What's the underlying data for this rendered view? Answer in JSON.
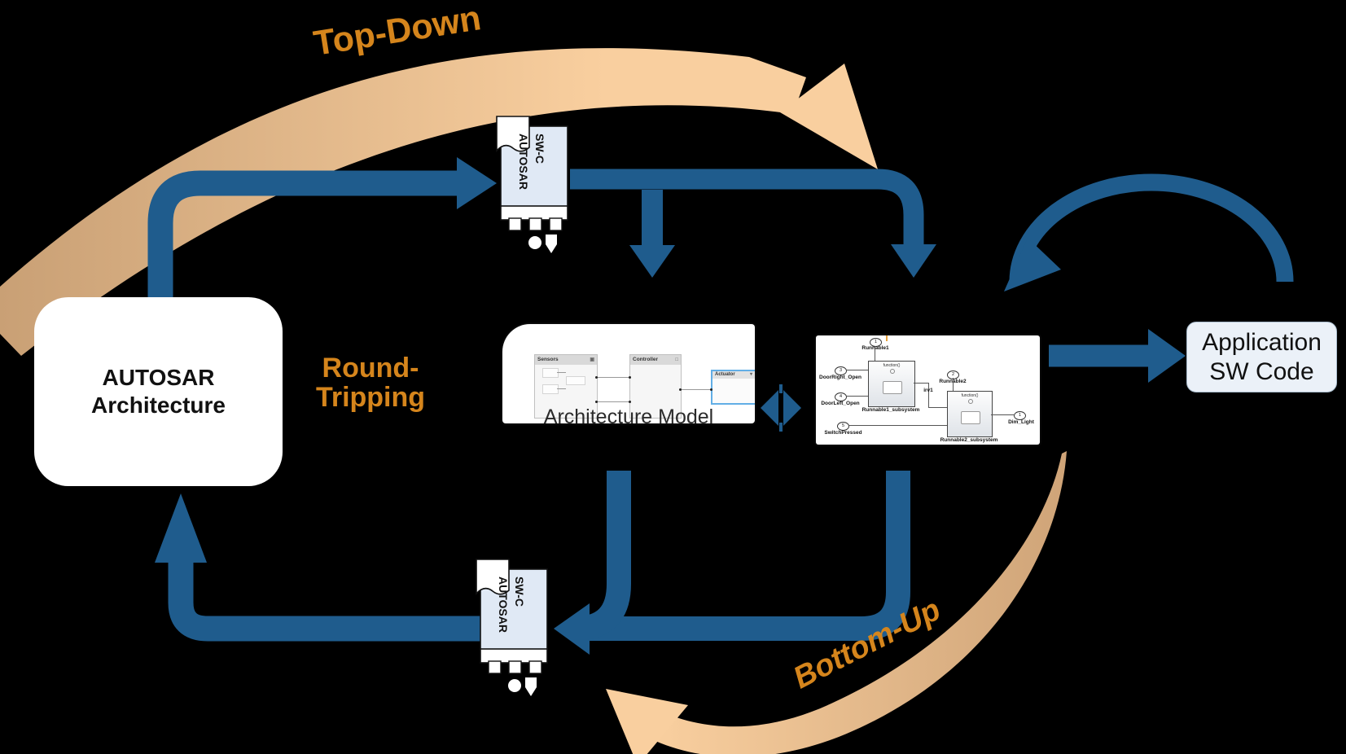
{
  "labels": {
    "top_down": "Top-Down",
    "bottom_up": "Bottom-Up",
    "round_tripping_line1": "Round-",
    "round_tripping_line2": "Tripping"
  },
  "boxes": {
    "autosar_architecture": {
      "line1": "AUTOSAR",
      "line2": "Architecture"
    },
    "application_sw_code": {
      "line1": "Application",
      "line2": "SW Code"
    }
  },
  "swc_icon": {
    "line1": "AUTOSAR",
    "line2": "SW-C"
  },
  "architecture_model": {
    "caption": "Architecture Model",
    "blocks": [
      {
        "name": "Sensors"
      },
      {
        "name": "Controller"
      },
      {
        "name": "Actuator"
      }
    ]
  },
  "simulink": {
    "inports": [
      {
        "num": "1",
        "label": "Runnable1"
      },
      {
        "num": "3",
        "label": "DoorRight_Open"
      },
      {
        "num": "4",
        "label": "DoorLeft_Open"
      },
      {
        "num": "2",
        "label": "Runnable2"
      },
      {
        "num": "5",
        "label": "SwitchPressed"
      }
    ],
    "outport": {
      "num": "1",
      "label": "Dim_Light"
    },
    "subsystems": [
      {
        "header": "function()",
        "label": "Runnable1_subsystem"
      },
      {
        "header": "function()",
        "label": "Runnable2_subsystem"
      }
    ],
    "signal": "irv1"
  },
  "colors": {
    "arrow_blue": "#1f5c8d",
    "label_orange": "#d5851c",
    "tan_dark": "#cfa478",
    "tan_light": "#f9cf9f",
    "background": "#000000"
  }
}
